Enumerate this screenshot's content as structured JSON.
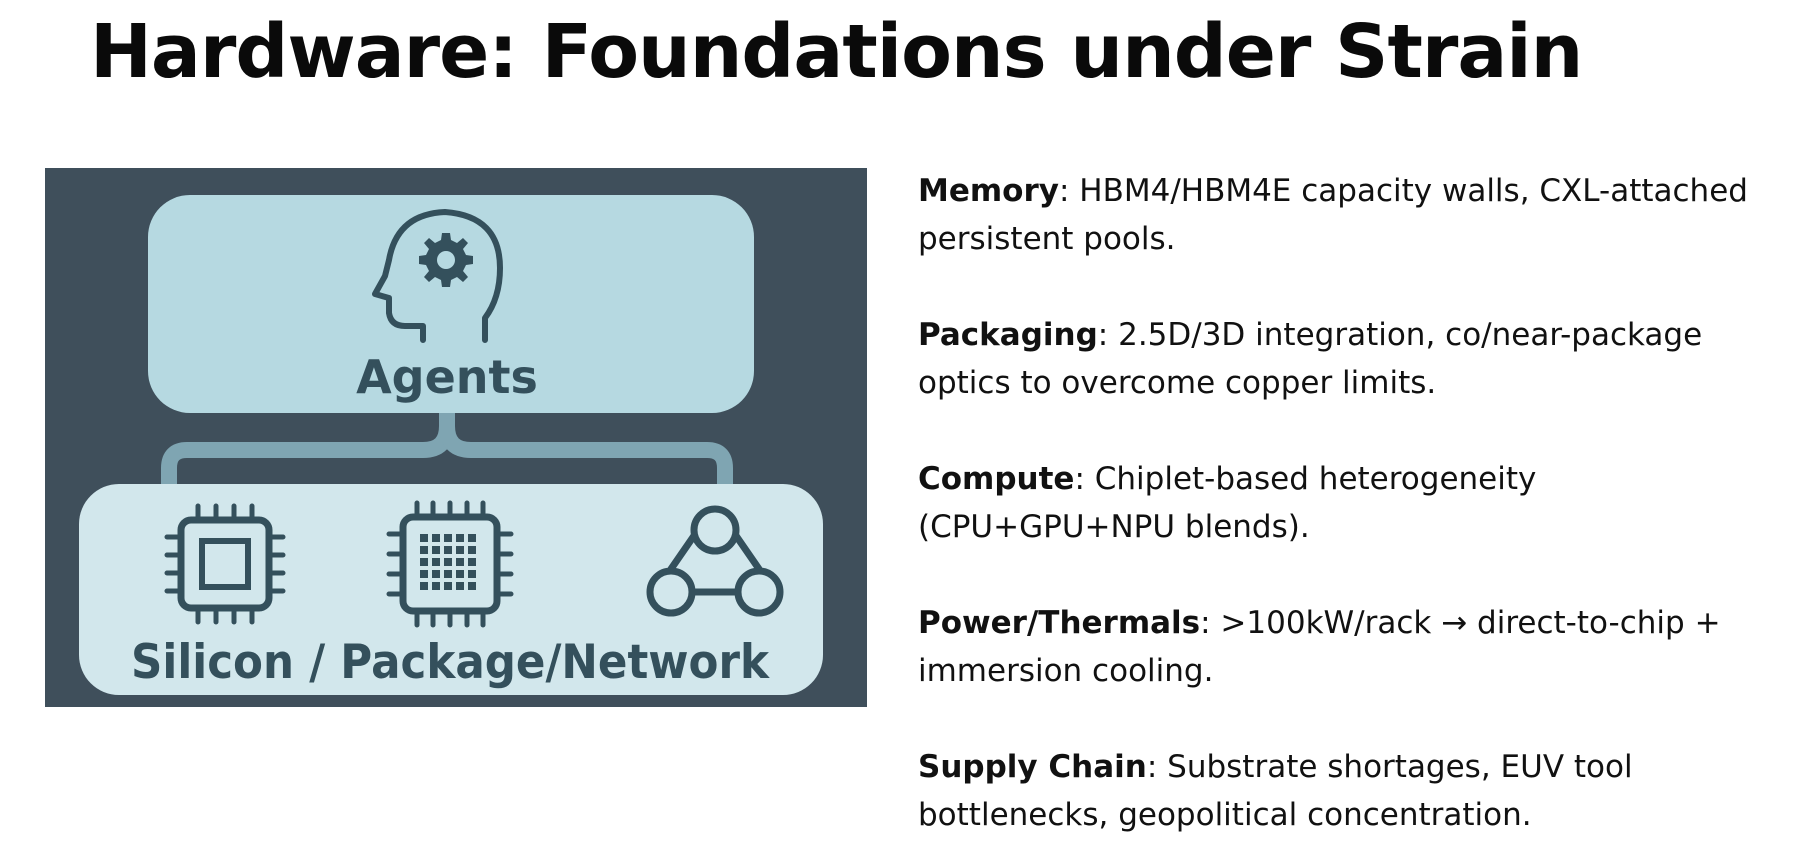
{
  "slide": {
    "title": "Hardware: Foundations under Strain"
  },
  "figure": {
    "top_label": "Agents",
    "bottom_label": "Silicon / Package/Network",
    "icons": [
      "head-gear-icon",
      "cpu-chip-icon",
      "processor-grid-icon",
      "network-triangle-icon"
    ],
    "colors": {
      "background": "#3f4f5b",
      "panel": "#b6d9e1",
      "panel_light": "#d2e7ec",
      "stroke": "#34505c",
      "connector": "#7fa5b2"
    }
  },
  "bullets": [
    {
      "term": "Memory",
      "text": ": HBM4/HBM4E capacity walls, CXL-attached persistent pools."
    },
    {
      "term": "Packaging",
      "text": ": 2.5D/3D integration, co/near-package optics to overcome copper limits."
    },
    {
      "term": "Compute",
      "text": ": Chiplet-based heterogeneity (CPU+GPU+NPU blends)."
    },
    {
      "term": "Power/Thermals",
      "text": ": >100kW/rack → direct-to-chip + immersion cooling."
    },
    {
      "term": "Supply Chain",
      "text": ": Substrate shortages, EUV tool bottlenecks, geopolitical concentration."
    }
  ]
}
